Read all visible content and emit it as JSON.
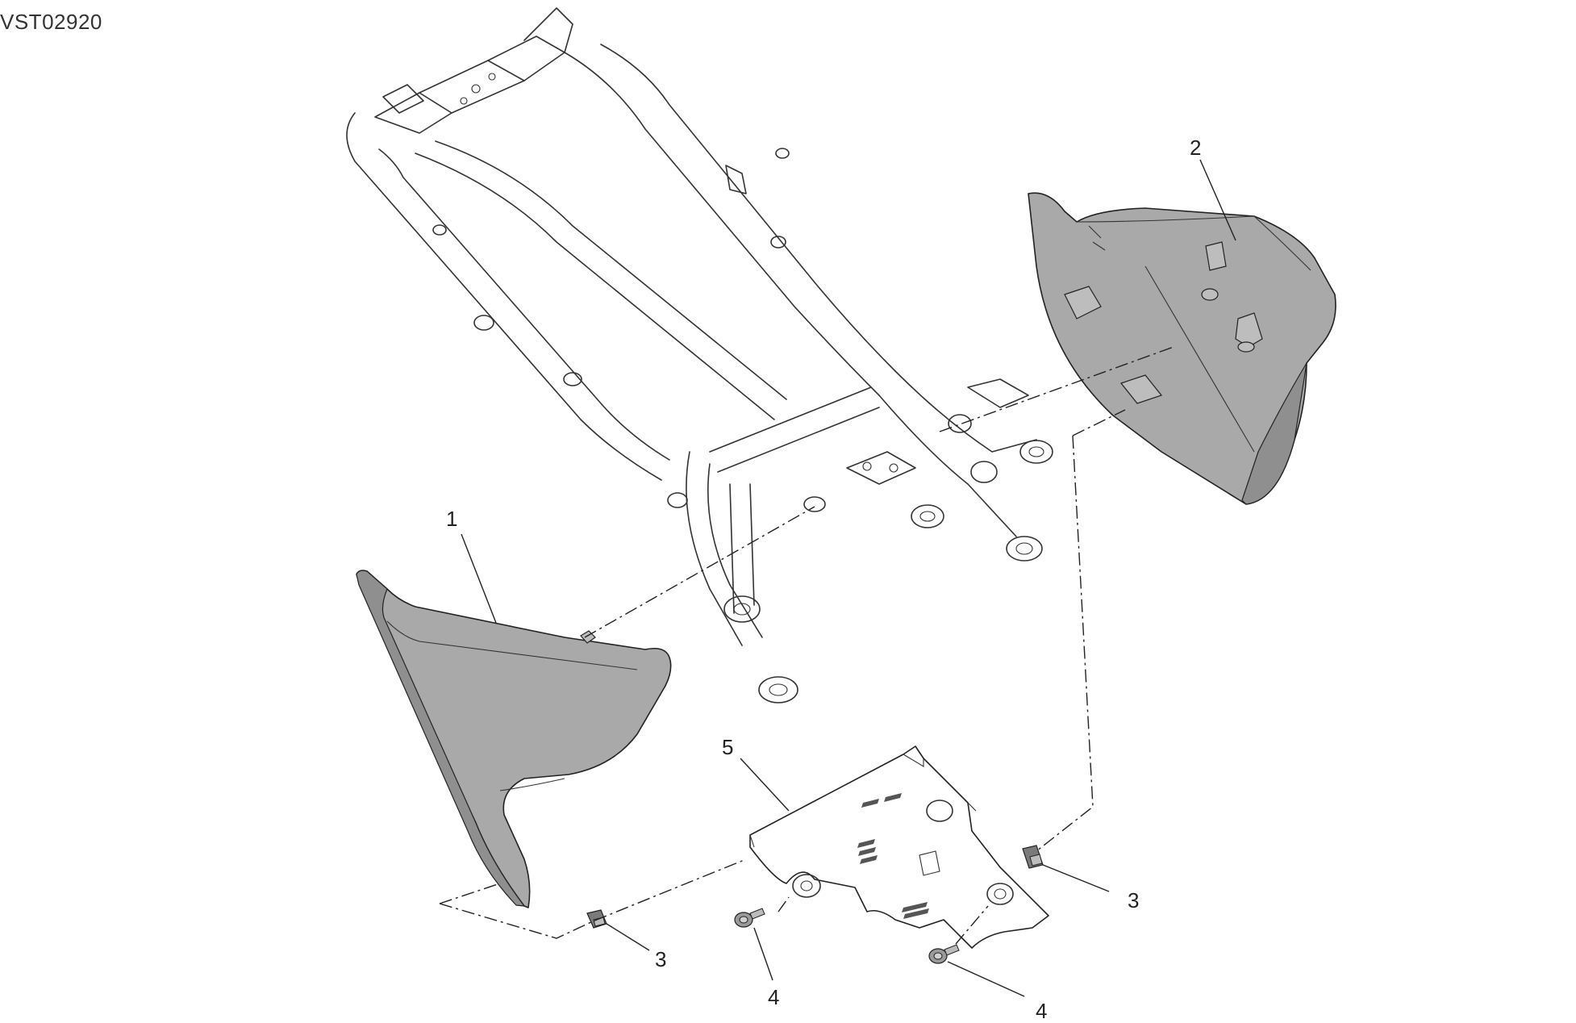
{
  "document": {
    "code": "VST02920"
  },
  "callouts": {
    "p1": "1",
    "p2": "2",
    "p3a": "3",
    "p3b": "3",
    "p4a": "4",
    "p4b": "4",
    "p5": "5"
  },
  "colors": {
    "panel_fill": "#a9a9a9",
    "panel_shade": "#8f8f8f",
    "line": "#222222",
    "background": "#ffffff"
  }
}
